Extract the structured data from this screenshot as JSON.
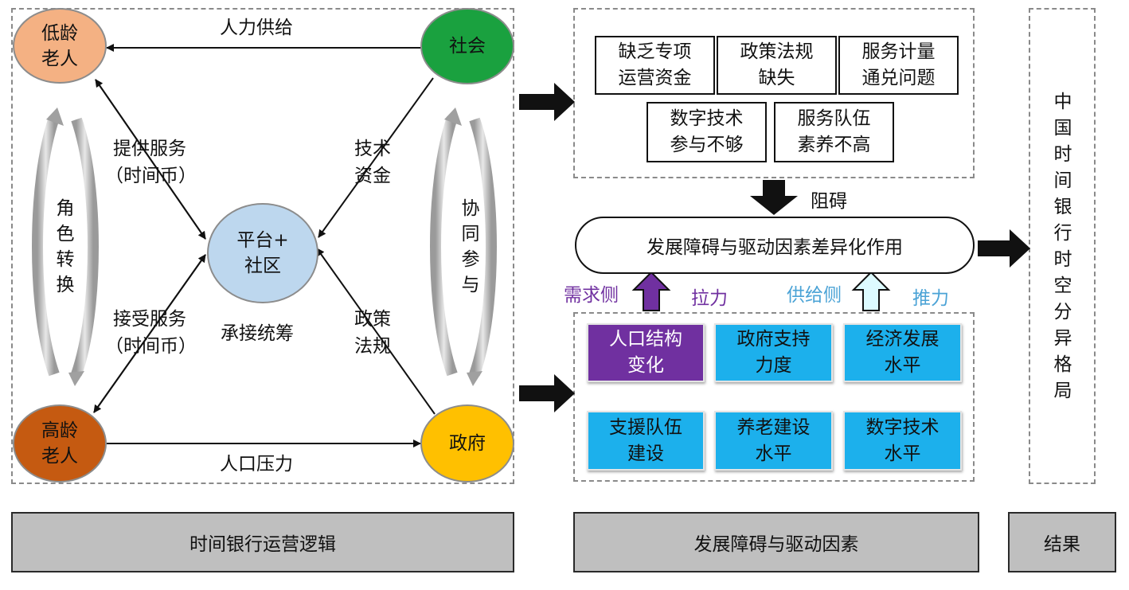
{
  "colors": {
    "low_age": "#f4b183",
    "society": "#1aa13f",
    "platform": "#bdd7ee",
    "high_age": "#c55a11",
    "government": "#ffc000",
    "factor_blue": "#1cb0ec",
    "factor_purple": "#7030a0",
    "demand_label": "#7030a0",
    "supply_label": "#4ba3d6"
  },
  "left_panel": {
    "nodes": {
      "low_age": "低龄\n老人",
      "society": "社会",
      "platform": "平台+\n社区",
      "high_age": "高龄\n老人",
      "government": "政府"
    },
    "edges": {
      "manpower_supply": "人力供给",
      "provide_service": "提供服务\n（时间币）",
      "receive_service": "接受服务\n（时间币）",
      "tech_capital": "技术\n资金",
      "policy_regulation": "政策\n法规",
      "population_pressure": "人口压力"
    },
    "role_switch": "角色转换",
    "coordination": "协同参与",
    "undertake": "承接统筹"
  },
  "obstacles": [
    "缺乏专项\n运营资金",
    "政策法规\n缺失",
    "服务计量\n通兑问题",
    "数字技术\n参与不够",
    "服务队伍\n素养不高"
  ],
  "hinder_label": "阻碍",
  "central_box": "发展障碍与驱动因素差异化作用",
  "demand_side": "需求侧",
  "pull": "拉力",
  "supply_side": "供给侧",
  "push": "推力",
  "factors": [
    "人口结构\n变化",
    "政府支持\n力度",
    "经济发展\n水平",
    "支援队伍\n建设",
    "养老建设\n水平",
    "数字技术\n水平"
  ],
  "result_text": "中国时间银行时空分异格局",
  "footer": {
    "left": "时间银行运营逻辑",
    "middle": "发展障碍与驱动因素",
    "right": "结果"
  }
}
